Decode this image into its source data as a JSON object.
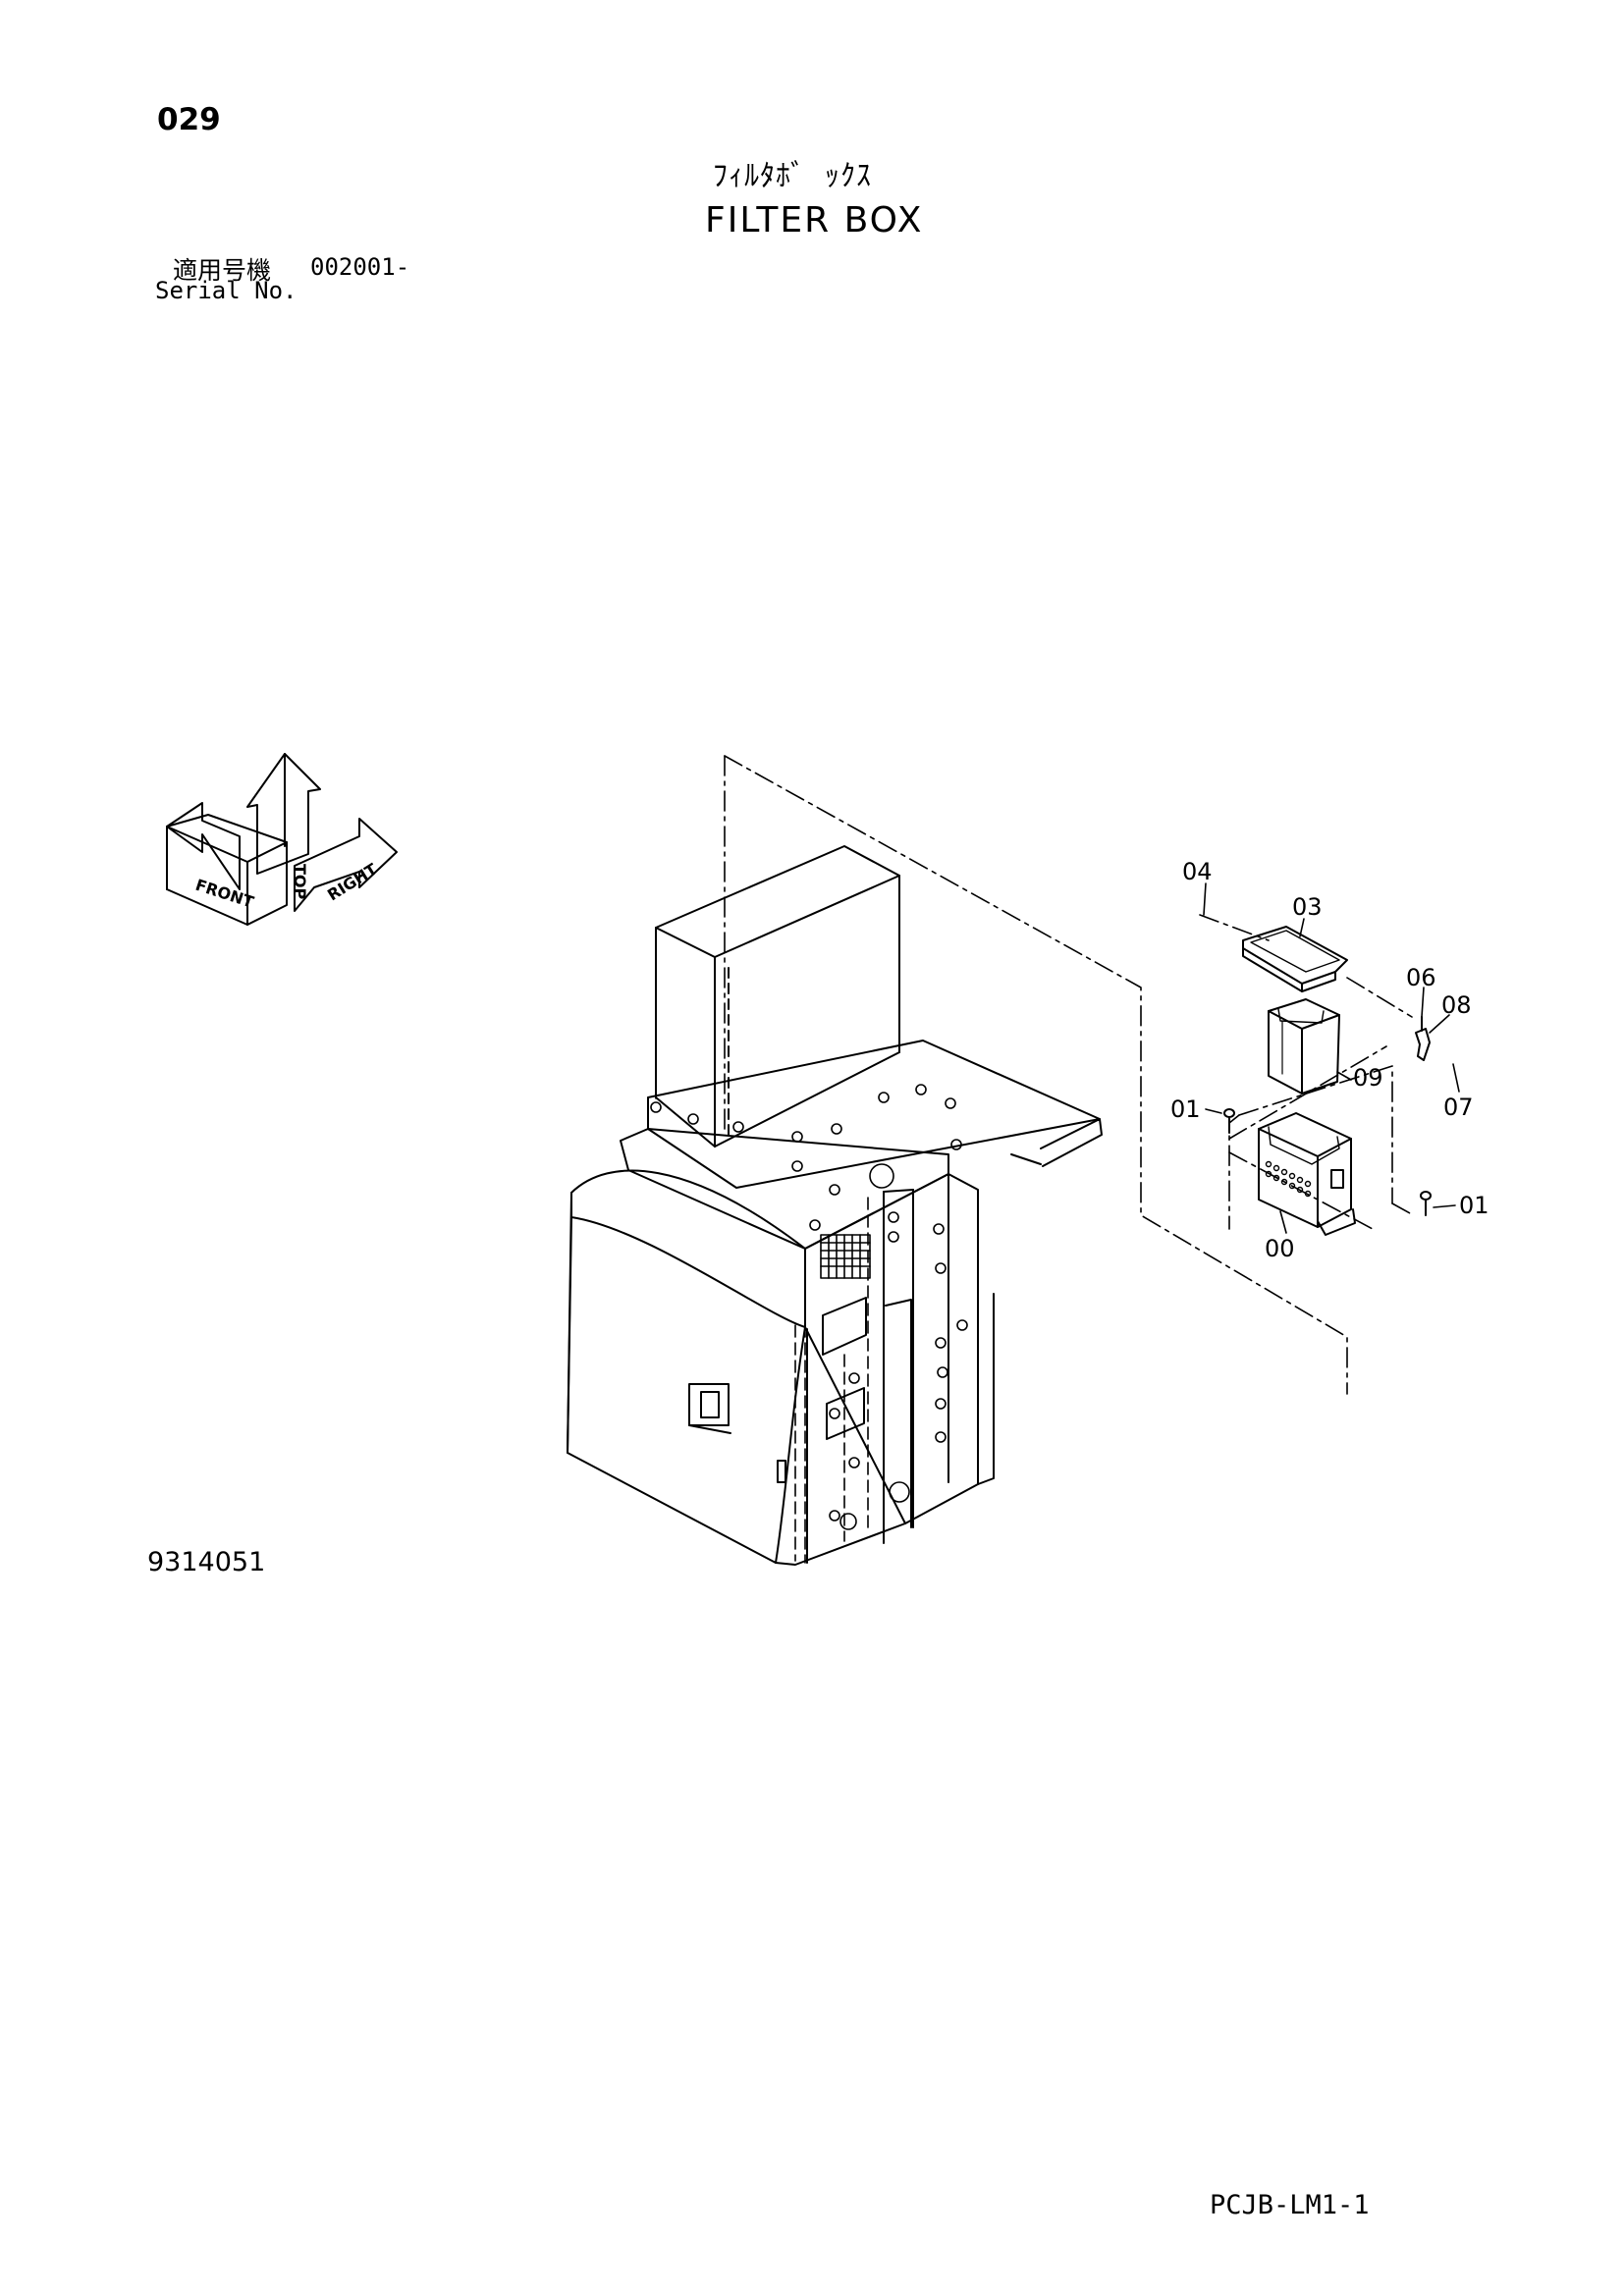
{
  "header": {
    "page_number": "029",
    "title_jp": "ﾌｨﾙﾀﾎﾞ ｯｸｽ",
    "title_en": "FILTER BOX",
    "serial_label_jp": "適用号機",
    "serial_value": "002001-",
    "serial_label_en": "Serial No."
  },
  "orientation": {
    "top": "TOP",
    "front": "FRONT",
    "right": "RIGHT"
  },
  "parts": {
    "p00": "00",
    "p01a": "01",
    "p01b": "01",
    "p03": "03",
    "p04": "04",
    "p06": "06",
    "p07": "07",
    "p08": "08",
    "p09": "09"
  },
  "footer": {
    "drawing_number": "9314051",
    "document_code": "PCJB-LM1-1"
  }
}
